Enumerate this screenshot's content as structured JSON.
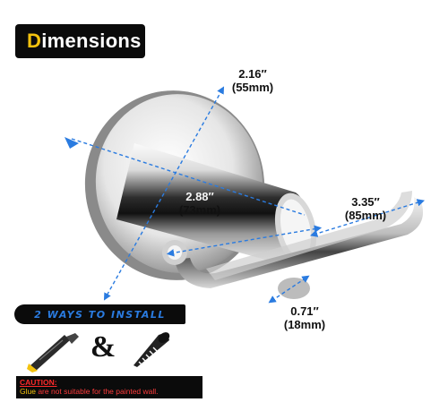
{
  "title": {
    "first_letter": "D",
    "rest": "imensions"
  },
  "dimensions": [
    {
      "id": "base",
      "inch": "2.16″",
      "mm": "(55mm)"
    },
    {
      "id": "length",
      "inch": "2.88″",
      "mm": "(73mm)"
    },
    {
      "id": "hook",
      "inch": "3.35″",
      "mm": "(85mm)"
    },
    {
      "id": "tip",
      "inch": "0.71″",
      "mm": "(18mm)"
    }
  ],
  "install": {
    "label": "2 WAYS TO INSTALL",
    "connector": "&"
  },
  "caution": {
    "heading": "CAUTION:",
    "glue": "Glue",
    "text": " are not suitable for the painted wall."
  },
  "colors": {
    "accent": "#f3c20e",
    "badge_bg": "#0b0b0b",
    "measure_line": "#2a7be0",
    "caution_red": "#ff2a2a"
  },
  "icons": [
    "glue-tube-icon",
    "screw-icon"
  ]
}
